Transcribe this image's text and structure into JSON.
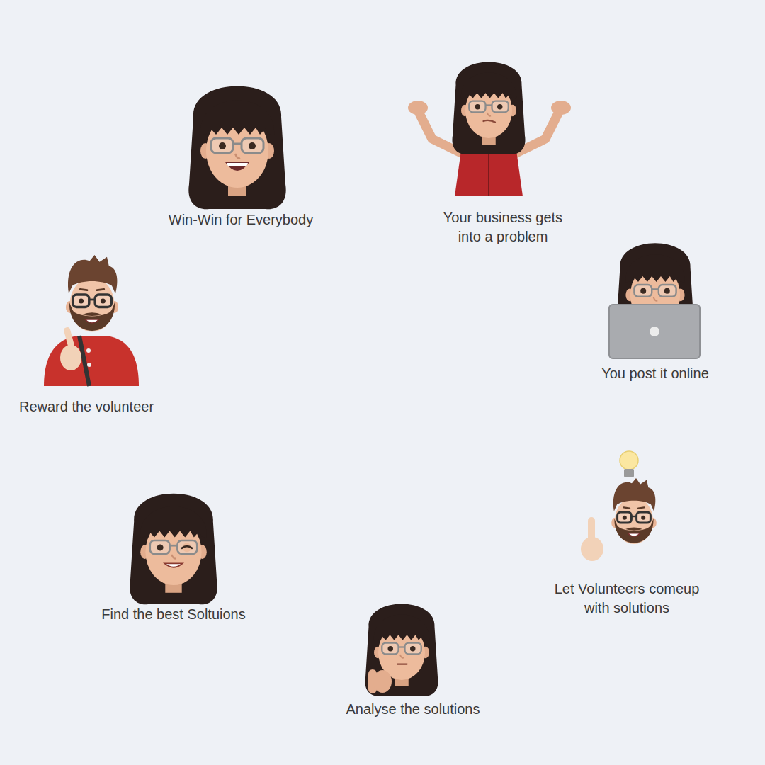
{
  "diagram": {
    "labels": [
      "Your business gets into a problem",
      "You post it online",
      "Let Volunteers comeup with solutions",
      "Analyse the solutions",
      "Find the best Soltuions",
      "Reward the volunteer",
      "Win-Win for Everybody"
    ]
  }
}
